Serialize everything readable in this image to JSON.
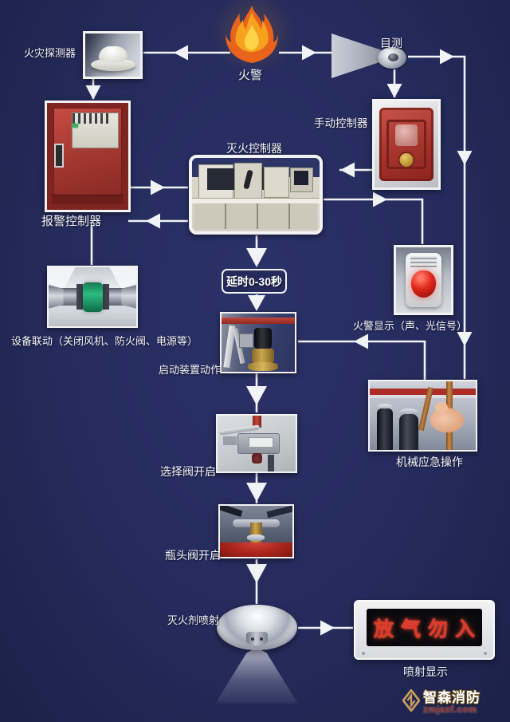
{
  "nodes": {
    "fire": {
      "label": "火警"
    },
    "detector": {
      "label": "火灾探测器"
    },
    "visual": {
      "label": "目测"
    },
    "manual": {
      "label": "手动控制器"
    },
    "alarm_ctrl": {
      "label": "报警控制器"
    },
    "ext_ctrl": {
      "label": "灭火控制器"
    },
    "delay": {
      "label": "延时0-30秒"
    },
    "linkage": {
      "label": "设备联动（关闭风机、防火阀、电源等）"
    },
    "start_device": {
      "label": "启动装置动作"
    },
    "alarm_display": {
      "label": "火警显示（声、光信号）"
    },
    "mechanical": {
      "label": "机械应急操作"
    },
    "selector_valve": {
      "label": "选择阀开启"
    },
    "bottle_valve": {
      "label": "瓶头阀开启"
    },
    "agent_spray": {
      "label": "灭火剂喷射"
    },
    "spray_display": {
      "label": "喷射显示"
    },
    "release_sign": {
      "text": "放气勿入"
    }
  },
  "edges": [
    {
      "from": "fire",
      "to": "detector"
    },
    {
      "from": "fire",
      "to": "visual"
    },
    {
      "from": "detector",
      "to": "alarm_ctrl"
    },
    {
      "from": "alarm_ctrl",
      "to": "ext_ctrl"
    },
    {
      "from": "ext_ctrl",
      "to": "alarm_ctrl"
    },
    {
      "from": "alarm_ctrl",
      "to": "linkage"
    },
    {
      "from": "visual",
      "to": "manual"
    },
    {
      "from": "visual",
      "to": "mechanical"
    },
    {
      "from": "manual",
      "to": "ext_ctrl"
    },
    {
      "from": "ext_ctrl",
      "to": "alarm_display"
    },
    {
      "from": "ext_ctrl",
      "to": "delay"
    },
    {
      "from": "delay",
      "to": "start_device"
    },
    {
      "from": "mechanical",
      "to": "start_device"
    },
    {
      "from": "start_device",
      "to": "selector_valve"
    },
    {
      "from": "selector_valve",
      "to": "bottle_valve"
    },
    {
      "from": "bottle_valve",
      "to": "agent_spray"
    },
    {
      "from": "agent_spray",
      "to": "spray_display"
    }
  ],
  "watermark": {
    "brand": "智森消防",
    "site": "zmjaxf.com"
  },
  "colors": {
    "background": "#252b5c",
    "wire": "#f2f3f6",
    "sign_text_red": "#e03a2a",
    "alarm_cabinet_red": "#a33029",
    "beacon_red": "#d81f14",
    "actuator_green": "#2fba83",
    "brand_gold": "#c9a05a"
  }
}
